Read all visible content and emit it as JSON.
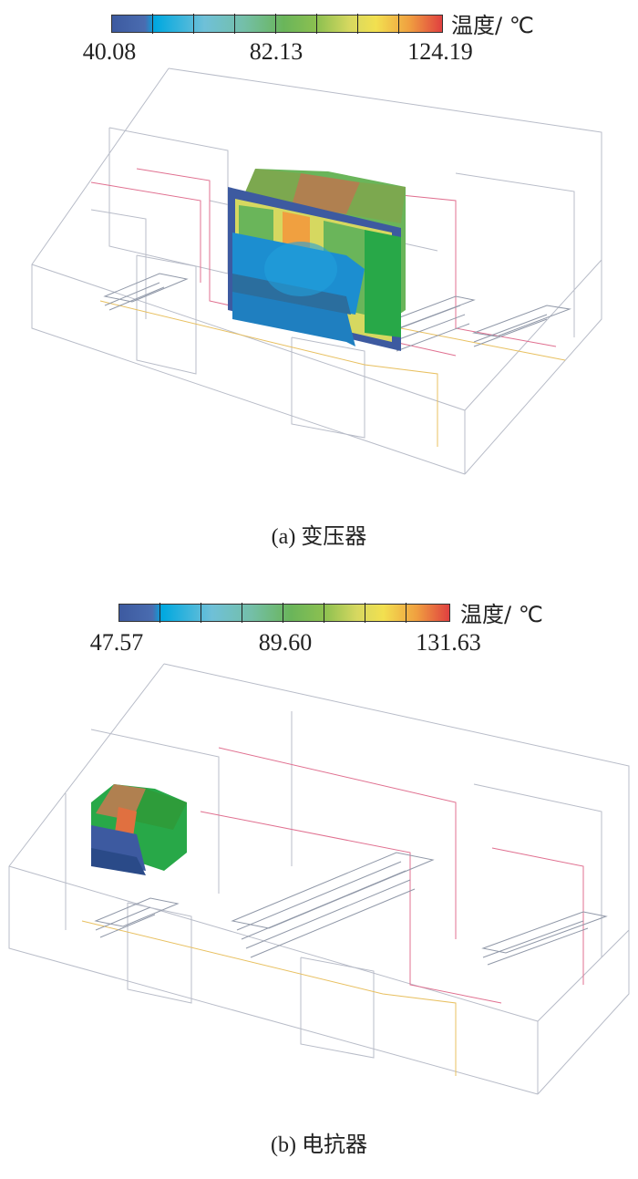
{
  "panels": [
    {
      "id": "a",
      "caption": "(a) 变压器",
      "colorbar": {
        "title": "温度/ ℃",
        "min_label": "40.08",
        "mid_label": "82.13",
        "max_label": "124.19",
        "min": 40.08,
        "max": 124.19
      },
      "subject": "transformer"
    },
    {
      "id": "b",
      "caption": "(b) 电抗器",
      "colorbar": {
        "title": "温度/ ℃",
        "min_label": "47.57",
        "mid_label": "89.60",
        "max_label": "131.63",
        "min": 47.57,
        "max": 131.63
      },
      "subject": "reactor"
    }
  ],
  "colormap": [
    "#3d5aa0",
    "#00a8e0",
    "#6fc0d8",
    "#74bfa8",
    "#6ab55a",
    "#8cc050",
    "#d6d860",
    "#f2e050",
    "#f0a040",
    "#e04040"
  ]
}
